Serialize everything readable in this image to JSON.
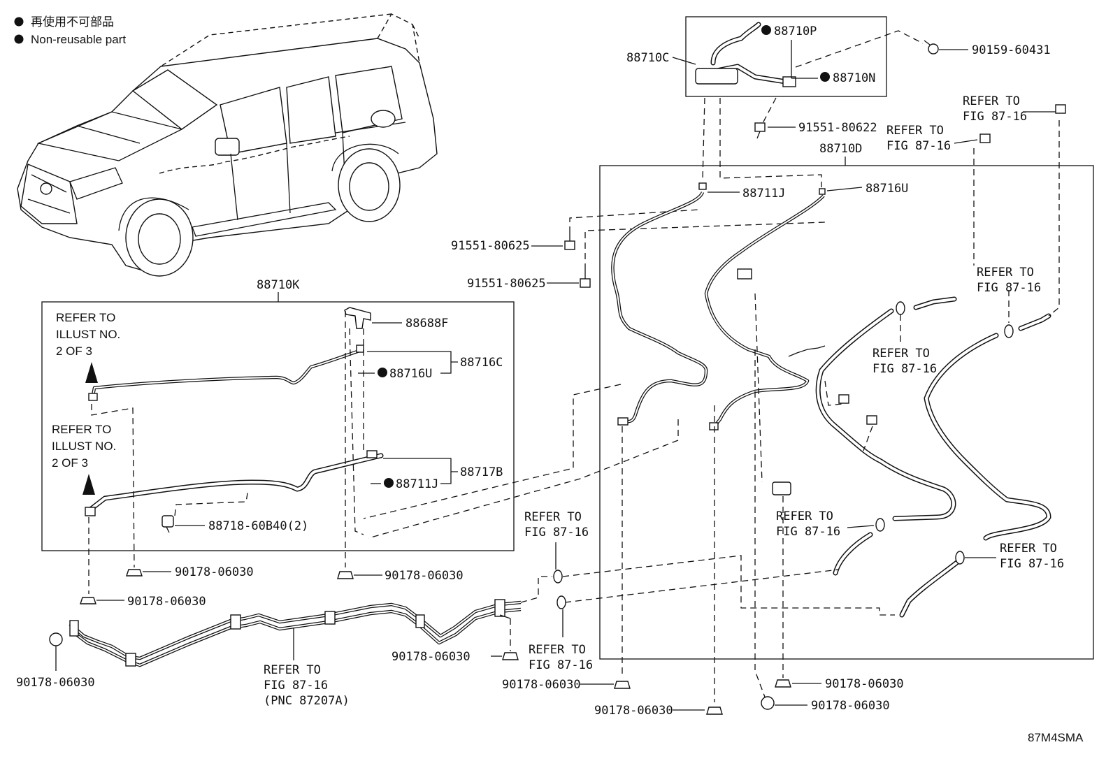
{
  "legend": {
    "ja": "再使用不可部品",
    "en": "Non-reusable part"
  },
  "figure_code": "87M4SMA",
  "groups": {
    "k": "88710K",
    "c": "88710C",
    "d": "88710D"
  },
  "parts": {
    "p88710p": "88710P",
    "p88710n": "88710N",
    "p90159": "90159-60431",
    "p91551_622": "91551-80622",
    "p88711j_top": "88711J",
    "p88716u_top": "88716U",
    "p91551_625a": "91551-80625",
    "p91551_625b": "91551-80625",
    "p88688f": "88688F",
    "p88716c": "88716C",
    "p88716u_k": "88716U",
    "p88717b": "88717B",
    "p88711j_k": "88711J",
    "p88718": "88718-60B40(2)",
    "p90178_a": "90178-06030",
    "p90178_b": "90178-06030",
    "p90178_c": "90178-06030",
    "p90178_d": "90178-06030",
    "p90178_e": "90178-06030",
    "p90178_f": "90178-06030",
    "p90178_g": "90178-06030",
    "p90178_h": "90178-06030",
    "p90178_i": "90178-06030"
  },
  "refer": {
    "r1": [
      "REFER TO",
      "FIG 87-16"
    ],
    "r2": [
      "REFER TO",
      "FIG 87-16"
    ],
    "r3": [
      "REFER TO",
      "FIG 87-16"
    ],
    "r4": [
      "REFER TO",
      "FIG 87-16"
    ],
    "r5": [
      "REFER TO",
      "FIG 87-16"
    ],
    "r6": [
      "REFER TO",
      "FIG 87-16"
    ],
    "r7": [
      "REFER TO",
      "FIG 87-16"
    ],
    "r8": [
      "REFER TO",
      "FIG 87-16"
    ],
    "r9": [
      "REFER TO",
      "FIG 87-16",
      "(PNC 87207A)"
    ],
    "illust1": [
      "REFER TO",
      "ILLUST NO.",
      "2 OF 3"
    ],
    "illust2": [
      "REFER TO",
      "ILLUST NO.",
      "2 OF 3"
    ]
  }
}
